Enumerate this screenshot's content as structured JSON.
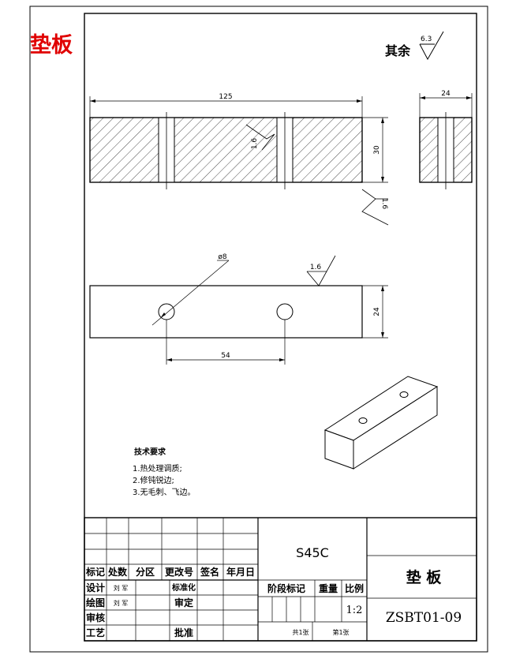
{
  "corner_title": "垫板",
  "roughness_note": {
    "label": "其余",
    "value": "6.3"
  },
  "front_view": {
    "length_dim": "125",
    "height_dim": "30",
    "roughness_top": "1.6",
    "roughness_side": "1.6"
  },
  "side_view": {
    "width_dim": "24"
  },
  "top_view": {
    "hole_dia": "ø8",
    "hole_spacing": "54",
    "width_dim": "24",
    "roughness": "1.6"
  },
  "tech_requirements": {
    "title": "技术要求",
    "items": [
      "1.热处理调质;",
      "2.修钝锐边;",
      "3.无毛刺、飞边。"
    ]
  },
  "title_block": {
    "header_labels": [
      "标记",
      "处数",
      "分区",
      "更改号",
      "签名",
      "年月日"
    ],
    "row_labels": [
      "设计",
      "绘图",
      "审核",
      "工艺"
    ],
    "designer": "刘 军",
    "drafter": "刘 军",
    "mid_labels": [
      "标准化",
      "审定",
      "批准"
    ],
    "material": "S45C",
    "stage_label": "阶段标记",
    "weight_label": "重量",
    "scale_label": "比例",
    "scale": "1:2",
    "sheets_total": "共1张",
    "sheet_no": "第1张",
    "part_name": "垫 板",
    "drawing_no": "ZSBT01-09"
  }
}
